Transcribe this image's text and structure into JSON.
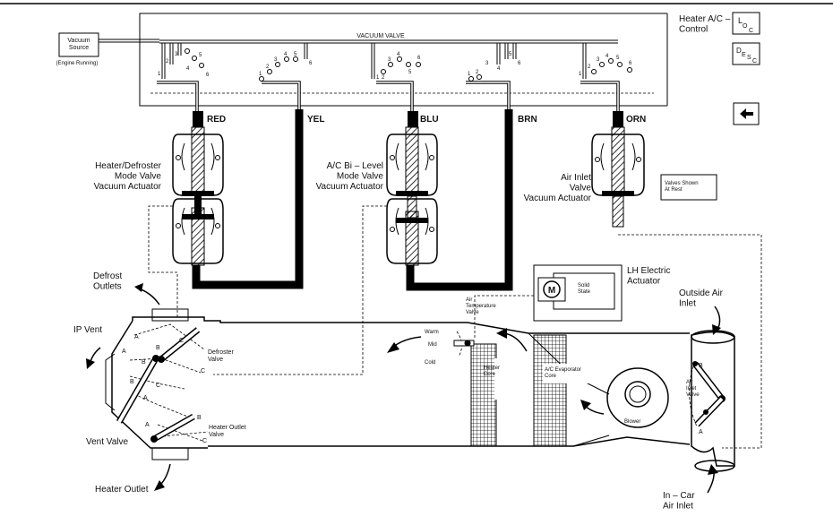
{
  "labels": {
    "vacuum_source": "Vacuum\nSource",
    "engine_running": "(Engine Running)",
    "vacuum_valve": "VACUUM VALVE",
    "control": "Heater A/C –\nControl",
    "hose_red": "RED",
    "hose_yel": "YEL",
    "hose_blu": "BLU",
    "hose_brn": "BRN",
    "hose_orn": "ORN",
    "actuator_defrost": "Heater/Defroster\nMode Valve\nVacuum Actuator",
    "actuator_bilevel": "A/C Bi – Level\nMode Valve\nVacuum Actuator",
    "actuator_air_inlet": "Air Inlet\nValve\nVacuum Actuator",
    "valves_at_rest": "Valves Shown\nAt Rest",
    "lh_actuator": "LH Electric\nActuator",
    "motor": "M",
    "solid_state": "Solid\nState",
    "defrost_outlets": "Defrost\nOutlets",
    "ip_vent": "IP Vent",
    "defroster_valve": "Defroster\nValve",
    "vent_valve": "Vent Valve",
    "heater_outlet_valve": "Heater Outlet\nValve",
    "heater_outlet": "Heater Outlet",
    "air_temp_valve": "Air\nTemperature\nValve",
    "warm": "Warm",
    "mid": "Mid",
    "cold": "Cold",
    "heater_core": "Heater\nCore",
    "evaporator_core": "A/C Evaporator\nCore",
    "blower": "Blower",
    "outside_air_inlet": "Outside Air\nInlet",
    "air_inlet_valve": "Air\nInlet\nValve",
    "in_car_air_inlet": "In – Car\nAir Inlet"
  },
  "buttons": {
    "loc": {
      "main": "L",
      "sub1": "O",
      "sub2": "C"
    },
    "desc": {
      "main": "D",
      "sub1": "E",
      "sub2": "S",
      "sub3": "C"
    },
    "back_icon": "arrow-left-icon"
  },
  "port_numbers": [
    "1",
    "2",
    "3",
    "4",
    "5",
    "6"
  ],
  "position_letters": [
    "A",
    "B",
    "C"
  ],
  "colors": {
    "line": "#000000",
    "background": "#ffffff"
  }
}
